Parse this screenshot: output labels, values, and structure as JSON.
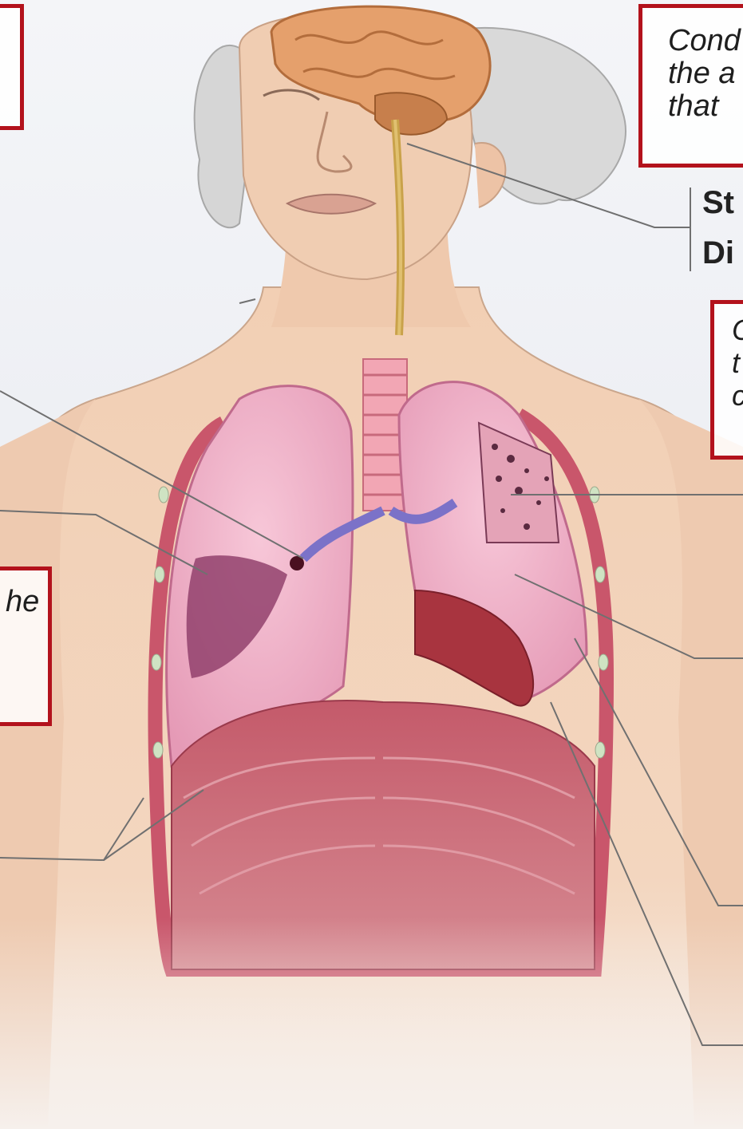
{
  "callouts": {
    "top_right": {
      "line1": "Cond",
      "line2": "the a",
      "line3": "that"
    },
    "mid_right": {
      "line1": "C",
      "line2": "t",
      "line3": "c"
    },
    "left_mid": {
      "line1": "he"
    }
  },
  "labels": {
    "right_label_1": "St",
    "right_label_2": "Di"
  },
  "colors": {
    "callout_border": "#b3121c",
    "skin": "#f3d2b8",
    "lung": "#f0b4c8",
    "diaphragm": "#b84a5c",
    "brain": "#e6a06a",
    "hair": "#d9d9d9",
    "leader_line": "#707070"
  }
}
